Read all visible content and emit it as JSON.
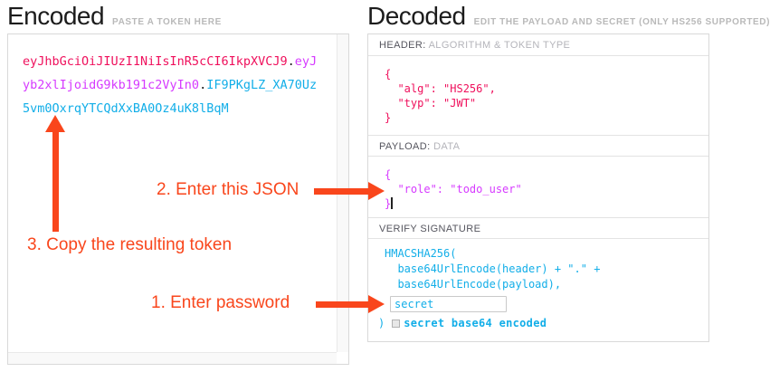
{
  "encoded": {
    "title": "Encoded",
    "subtitle": "PASTE A TOKEN HERE",
    "token": {
      "header": "eyJhbGciOiJIUzI1NiIsInR5cCI6IkpXVCJ9",
      "dot1": ".",
      "payload": "eyJyb2xlIjoidG9kb191c2VyIn0",
      "dot2": ".",
      "signature": "IF9PKgLZ_XA70Uz5vm0OxrqYTCQdXxBA0Oz4uK8lBqM"
    }
  },
  "decoded": {
    "title": "Decoded",
    "subtitle": "EDIT THE PAYLOAD AND SECRET (ONLY HS256 SUPPORTED)",
    "header_section": {
      "label_primary": "HEADER:",
      "label_secondary": "ALGORITHM & TOKEN TYPE",
      "json": "{\n  \"alg\": \"HS256\",\n  \"typ\": \"JWT\"\n}"
    },
    "payload_section": {
      "label_primary": "PAYLOAD:",
      "label_secondary": "DATA",
      "json": "{\n  \"role\": \"todo_user\"\n}"
    },
    "verify_section": {
      "label_primary": "VERIFY SIGNATURE",
      "code_lines": "HMACSHA256(\n  base64UrlEncode(header) + \".\" +\n  base64UrlEncode(payload),",
      "secret_value": "secret",
      "close_paren": ")",
      "checkbox_label": "secret base64 encoded"
    }
  },
  "annotations": {
    "step1": "1. Enter password",
    "step2": "2. Enter this JSON",
    "step3": "3. Copy the resulting token"
  },
  "colors": {
    "token_header": "#ef105c",
    "token_payload": "#d63aff",
    "token_signature": "#12aee8",
    "annotation": "#f9461c"
  }
}
